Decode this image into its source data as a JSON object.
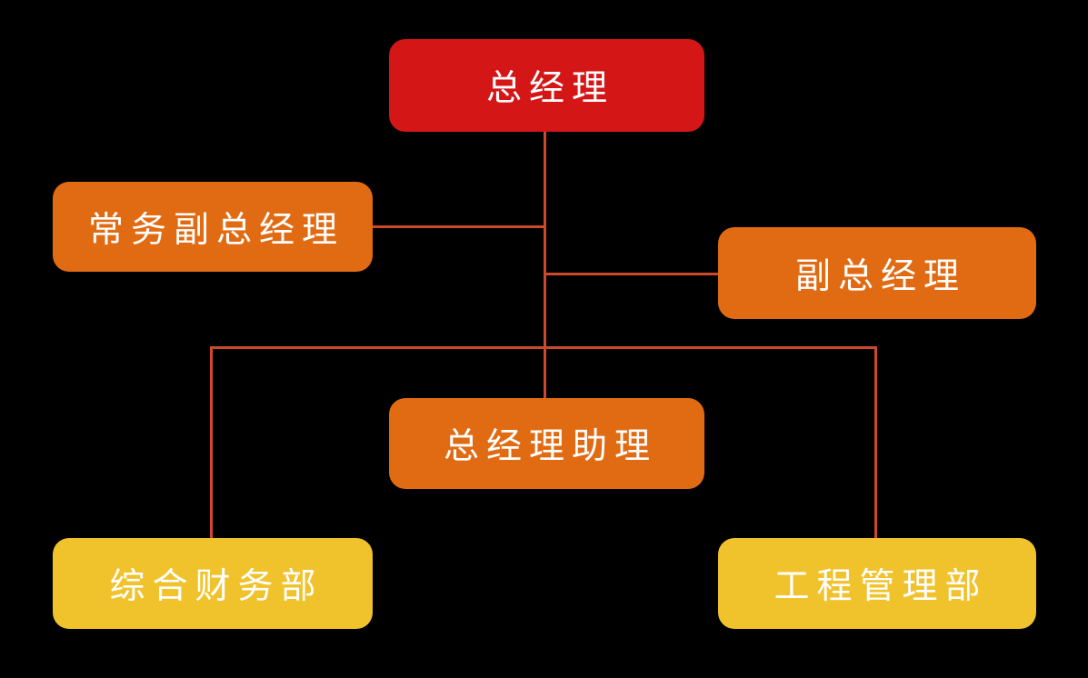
{
  "diagram": {
    "type": "org-chart",
    "background_color": "#000000",
    "line_color": "#CC4A2B",
    "text_color": "#FFFFFF",
    "nodes": [
      {
        "id": "general-manager",
        "label": "总经理",
        "color": "#D41617",
        "level": 1
      },
      {
        "id": "executive-deputy-general-manager",
        "label": "常务副总经理",
        "color": "#E16B13",
        "level": 2
      },
      {
        "id": "deputy-general-manager",
        "label": "副总经理",
        "color": "#E16B13",
        "level": 2
      },
      {
        "id": "general-manager-assistant",
        "label": "总经理助理",
        "color": "#E16B13",
        "level": 3
      },
      {
        "id": "finance-department",
        "label": "综合财务部",
        "color": "#F0C22B",
        "level": 4
      },
      {
        "id": "engineering-department",
        "label": "工程管理部",
        "color": "#F0C22B",
        "level": 4
      }
    ],
    "edges": [
      {
        "from": "总经理",
        "to": "常务副总经理"
      },
      {
        "from": "总经理",
        "to": "副总经理"
      },
      {
        "from": "总经理",
        "to": "总经理助理"
      },
      {
        "from": "总经理",
        "to": "综合财务部"
      },
      {
        "from": "总经理",
        "to": "工程管理部"
      }
    ]
  }
}
